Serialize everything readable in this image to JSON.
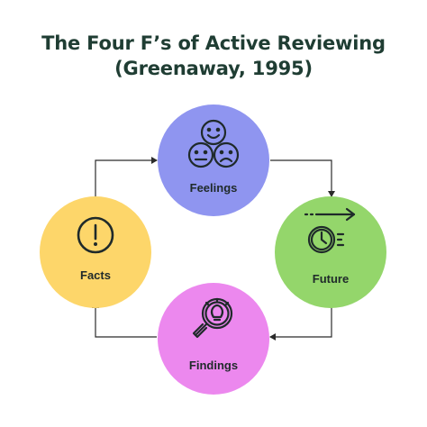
{
  "title": {
    "line1": "The Four F’s of Active Reviewing",
    "line2": "(Greenaway, 1995)"
  },
  "nodes": {
    "feelings": {
      "label": "Feelings",
      "color": "#8f95f0",
      "icon": "faces-icon"
    },
    "future": {
      "label": "Future",
      "color": "#94d66b",
      "icon": "clock-arrow-icon"
    },
    "findings": {
      "label": "Findings",
      "color": "#ec88ee",
      "icon": "magnifier-bulb-icon"
    },
    "facts": {
      "label": "Facts",
      "color": "#fdd66a",
      "icon": "exclamation-icon"
    }
  },
  "colors": {
    "title": "#1f3d33",
    "arrow": "#2b2b2b",
    "icon_stroke": "#1f2a2a"
  }
}
